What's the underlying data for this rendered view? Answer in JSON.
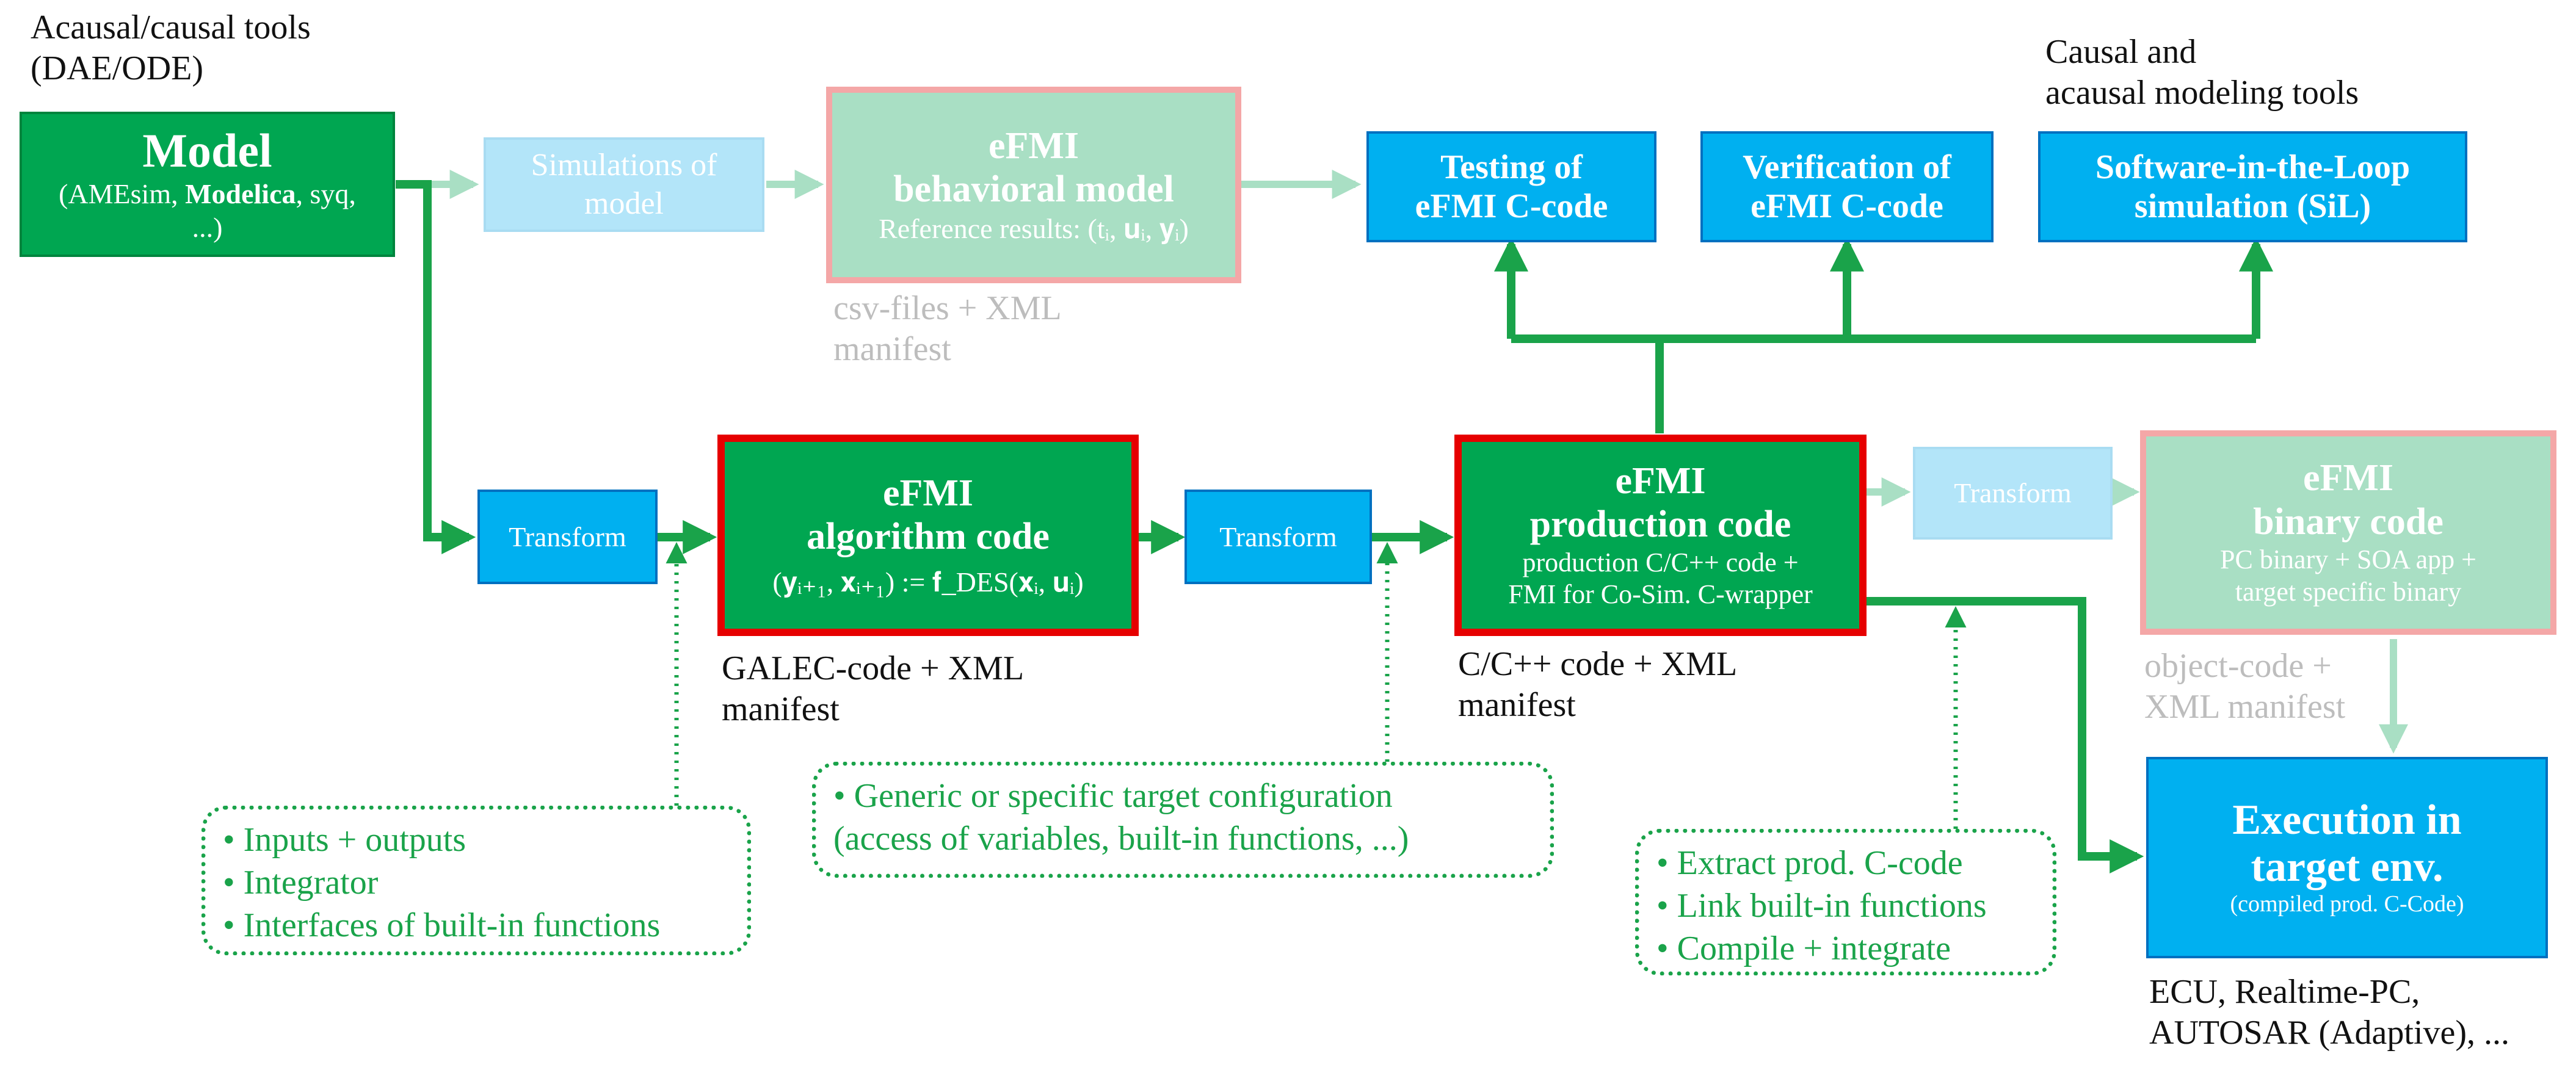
{
  "top_left_label": [
    "Acausal/causal tools",
    "(DAE/ODE)"
  ],
  "top_right_label": [
    "Causal and",
    "acausal modeling tools"
  ],
  "model": {
    "title": "Model",
    "subtitle_pre": "(AMEsim, ",
    "subtitle_bold": "Modelica",
    "subtitle_post": ", syq,",
    "subtitle_line2": "...)"
  },
  "simulations": [
    "Simulations of",
    "model"
  ],
  "behavioral": {
    "line1": "eFMI",
    "line2": "behavioral model",
    "line3": "Reference results: (t",
    "formula": "Reference results: (tᵢ, 𝐮ᵢ, 𝐲ᵢ)"
  },
  "behavioral_caption": [
    "csv-files + XML",
    "manifest"
  ],
  "testing": [
    "Testing of",
    "eFMI C-code"
  ],
  "verification": [
    "Verification of",
    "eFMI C-code"
  ],
  "sil": [
    "Software-in-the-Loop",
    "simulation (SiL)"
  ],
  "transform1": "Transform",
  "algorithm": {
    "line1": "eFMI",
    "line2": "algorithm code",
    "formula": "(𝐲ᵢ₊₁, 𝐱ᵢ₊₁) := 𝐟_DES(𝐱ᵢ, 𝐮ᵢ)"
  },
  "algorithm_caption": [
    "GALEC-code + XML",
    "manifest"
  ],
  "transform2": "Transform",
  "production": {
    "line1": "eFMI",
    "line2": "production code",
    "line3": "production C/C++ code +",
    "line4": "FMI for Co-Sim. C-wrapper"
  },
  "production_caption": [
    "C/C++ code + XML",
    "manifest"
  ],
  "transform3": "Transform",
  "binary": {
    "line1": "eFMI",
    "line2": "binary code",
    "line3": "PC binary + SOA app +",
    "line4": "target specific binary"
  },
  "binary_caption": [
    "object-code +",
    "XML manifest"
  ],
  "execution": {
    "line1": "Execution in",
    "line2": "target env.",
    "line3": "(compiled prod. C-Code)"
  },
  "execution_caption": [
    "ECU, Realtime-PC,",
    "AUTOSAR (Adaptive), ..."
  ],
  "note1": [
    "• Inputs + outputs",
    "• Integrator",
    "• Interfaces of built-in functions"
  ],
  "note2": [
    "• Generic or specific target configuration",
    "(access of variables, built-in functions, ...)"
  ],
  "note3": [
    "• Extract prod. C-code",
    "• Link built-in functions",
    "• Compile + integrate"
  ],
  "colors": {
    "green": "#00a651",
    "green_border": "#00843d",
    "blue": "#00b0f0",
    "blue_border": "#0070c0",
    "light_blue": "#b3e5f9",
    "mint": "#a9dfc4",
    "pink_frame": "#f4a7a7",
    "red_frame": "#e60000",
    "arrow_green": "#1aa34a",
    "arrow_light": "#a9dfc4"
  }
}
